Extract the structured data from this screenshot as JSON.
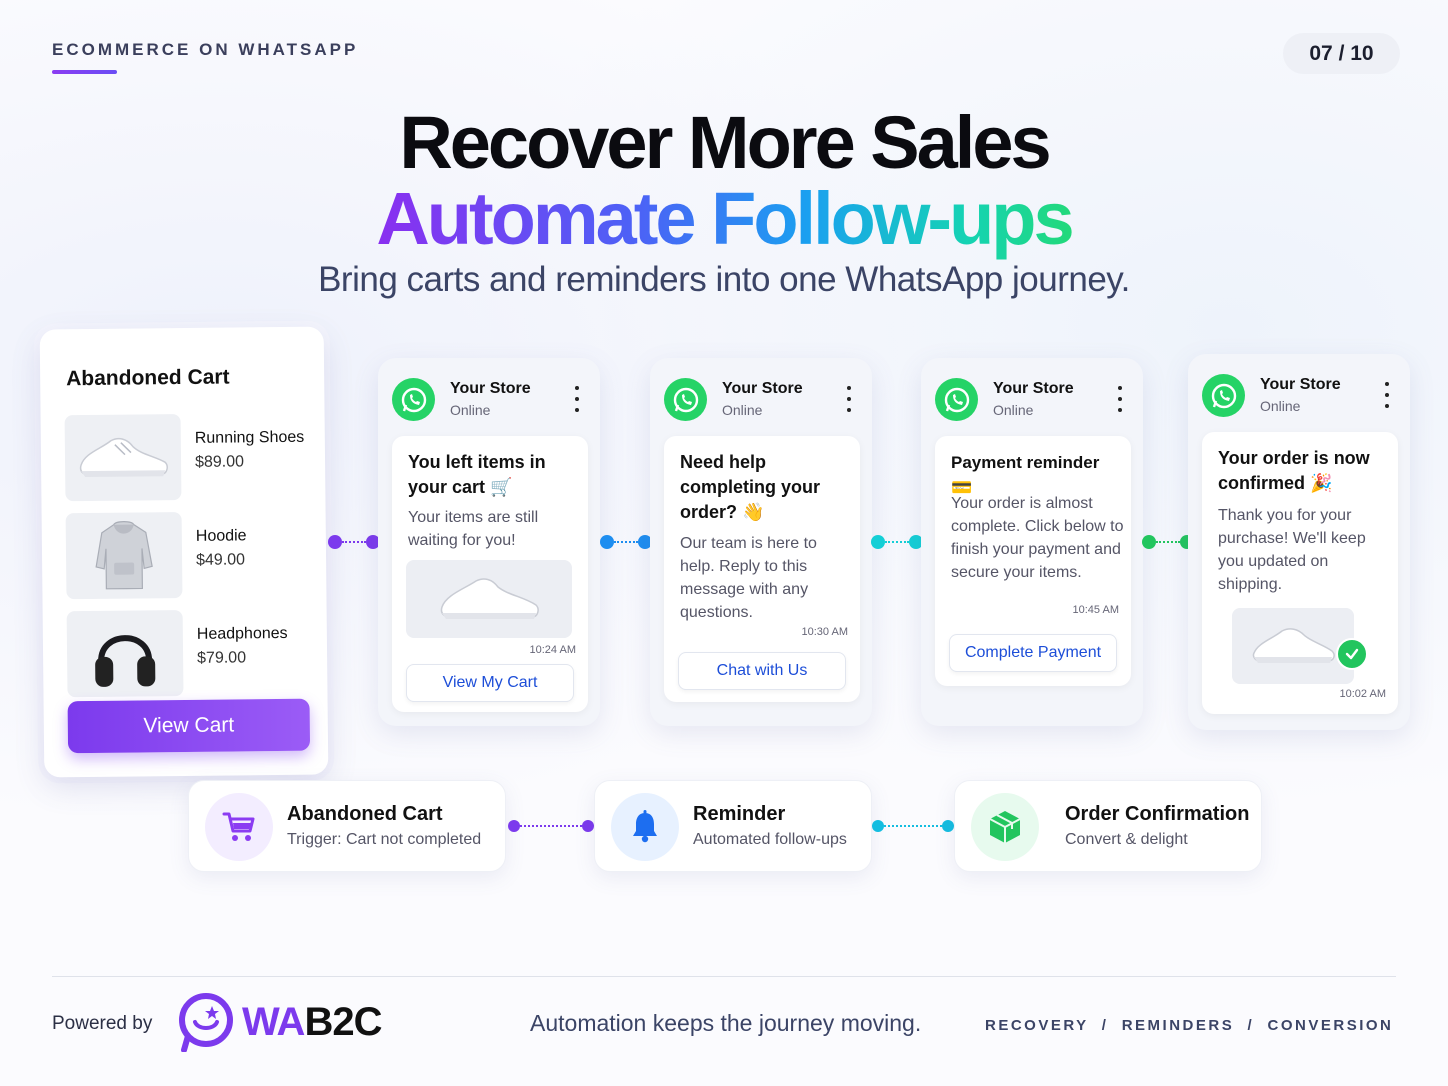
{
  "header": {
    "eyebrow": "ECOMMERCE ON WHATSAPP",
    "pager": "07 / 10",
    "title_line1": "Recover More Sales",
    "title_line2": "Automate Follow-ups",
    "subtitle": "Bring carts and reminders into one WhatsApp journey."
  },
  "cart": {
    "title": "Abandoned Cart",
    "items": [
      {
        "name": "Running Shoes",
        "price": "$89.00",
        "icon": "shoe-icon"
      },
      {
        "name": "Hoodie",
        "price": "$49.00",
        "icon": "hoodie-icon"
      },
      {
        "name": "Headphones",
        "price": "$79.00",
        "icon": "headphones-icon"
      }
    ],
    "button": "View Cart"
  },
  "chats": [
    {
      "store": "Your Store",
      "status": "Online",
      "heading": "You left items in your cart 🛒",
      "body": "Your items are still waiting for you!",
      "time": "10:24 AM",
      "button": "View My Cart"
    },
    {
      "store": "Your Store",
      "status": "Online",
      "heading": "Need help completing your order? 👋",
      "body": "Our team is here to help. Reply to this message with any questions.",
      "time": "10:30 AM",
      "button": "Chat with Us"
    },
    {
      "store": "Your Store",
      "status": "Online",
      "heading": "Payment reminder 💳",
      "body": "Your order is almost complete. Click below to finish your payment and secure your items.",
      "time": "10:45 AM",
      "button": "Complete Payment"
    },
    {
      "store": "Your Store",
      "status": "Online",
      "heading": "Your order is now confirmed 🎉",
      "body": "Thank you for your purchase! We'll keep you updated on shipping.",
      "time": "10:02 AM"
    }
  ],
  "steps": [
    {
      "title": "Abandoned Cart",
      "sub": "Trigger: Cart not completed",
      "icon": "cart-icon"
    },
    {
      "title": "Reminder",
      "sub": "Automated follow-ups",
      "icon": "bell-icon"
    },
    {
      "title": "Order Confirmation",
      "sub": "Convert & delight",
      "icon": "box-icon"
    }
  ],
  "footer": {
    "powered_by": "Powered by",
    "brand_wa": "WA",
    "brand_b2c": "B2C",
    "tagline": "Automation keeps the journey moving.",
    "tags": "RECOVERY  /  REMINDERS  /  CONVERSION"
  },
  "colors": {
    "purple": "#7c3aed",
    "blue": "#1d8df0",
    "teal": "#14cfd6",
    "green": "#22c55e",
    "whatsapp": "#25d366"
  }
}
